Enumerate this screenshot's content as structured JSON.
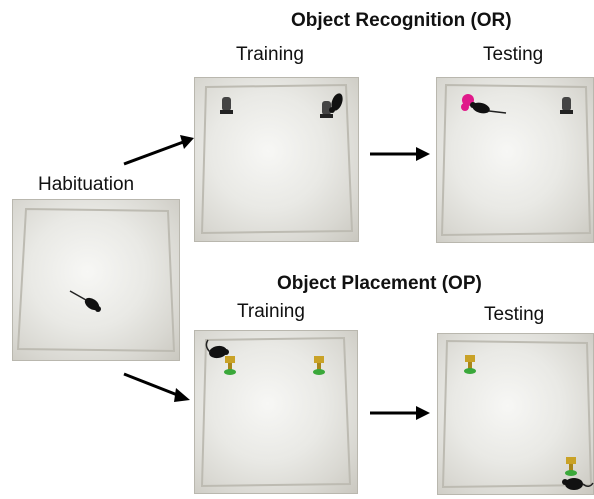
{
  "headings": {
    "object_recognition": "Object Recognition (OR)",
    "object_placement": "Object Placement (OP)"
  },
  "labels": {
    "habituation": "Habituation",
    "or_training": "Training",
    "or_testing": "Testing",
    "op_training": "Training",
    "op_testing": "Testing"
  },
  "colors": {
    "arena_floor": "#ebebe7",
    "arena_wall": "#c9c7bf",
    "mouse": "#111111",
    "novel_object": "#e0198a",
    "placement_object_top": "#c9a227",
    "placement_object_base": "#3aa83a",
    "arrow": "#000000"
  },
  "icons": {
    "arrow": "arrow-icon",
    "mouse": "mouse-icon",
    "object": "object-icon"
  }
}
